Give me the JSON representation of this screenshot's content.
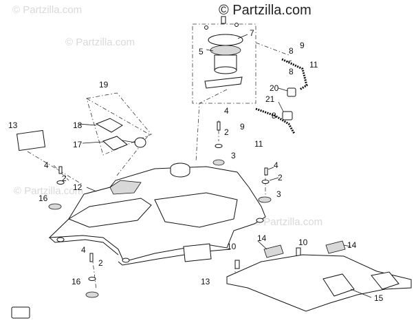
{
  "brand": "© Partzilla.com",
  "watermarks": [
    "© Partzilla.com",
    "© Partzilla.com",
    "© Partzilla.com",
    "© Partzilla.com"
  ],
  "callouts": {
    "c7": "7",
    "c5": "5",
    "c8a": "8",
    "c9a": "9",
    "c11a": "11",
    "c8b": "8",
    "c20": "20",
    "c21": "21",
    "c8c": "8",
    "c9b": "9",
    "c11b": "11",
    "c4a": "4",
    "c2a": "2",
    "c3a": "3",
    "c4b": "4",
    "c2b": "2",
    "c3b": "3",
    "c19": "19",
    "c18": "18",
    "c17": "17",
    "c13a": "13",
    "c4c": "4",
    "c2c": "2",
    "c12": "12",
    "c16a": "16",
    "c4d": "4",
    "c2d": "2",
    "c16b": "16",
    "c13b": "13",
    "c10a": "10",
    "c10b": "10",
    "c14a": "14",
    "c14b": "14",
    "c15": "15"
  }
}
